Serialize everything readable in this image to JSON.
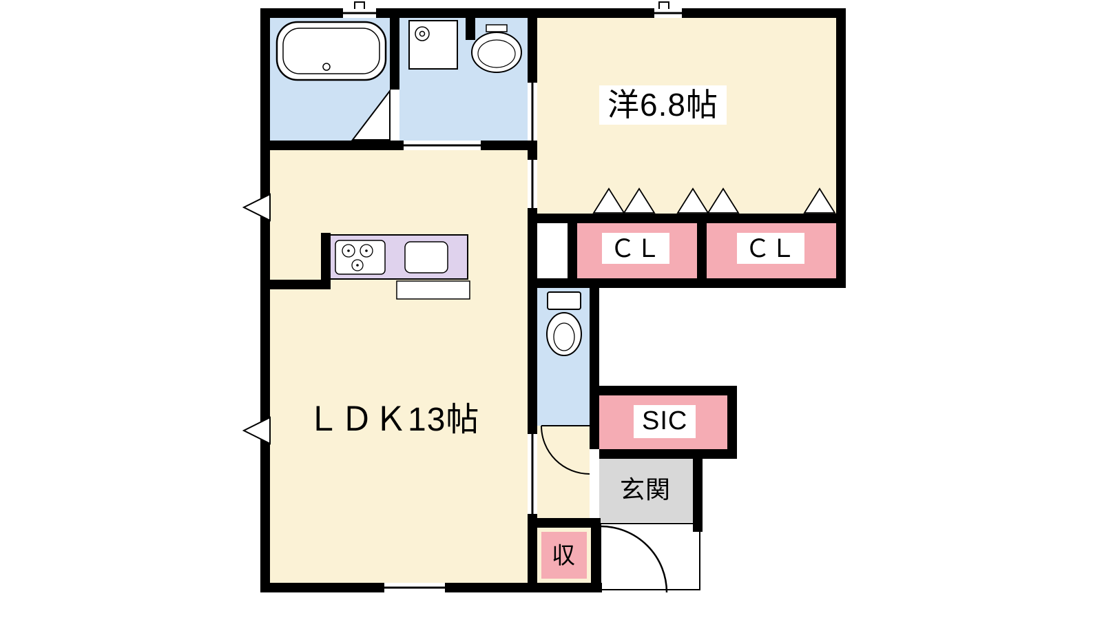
{
  "floorplan": {
    "rooms": {
      "western_room": {
        "label": "洋6.8帖"
      },
      "ldk": {
        "label": "ＬＤＫ13帖"
      },
      "closet_left": {
        "label": "ＣＬ"
      },
      "closet_right": {
        "label": "ＣＬ"
      },
      "shoe_closet": {
        "label": "SIC"
      },
      "entrance": {
        "label": "玄関"
      },
      "storage": {
        "label": "収"
      }
    },
    "fixtures": [
      "bathtub-icon",
      "washing-machine-pan-icon",
      "wash-basin-icon",
      "toilet-icon",
      "stove-burners-icon",
      "kitchen-sink-icon"
    ],
    "colors": {
      "wall": "#000000",
      "room_floor": "#FBF2D6",
      "wet_area": "#CDE1F4",
      "closet_pink": "#F5ACB4",
      "kitchen_counter": "#DFD2ED",
      "entrance_gray": "#D8D8D8",
      "fixture_fill": "#FFFFFF"
    }
  }
}
